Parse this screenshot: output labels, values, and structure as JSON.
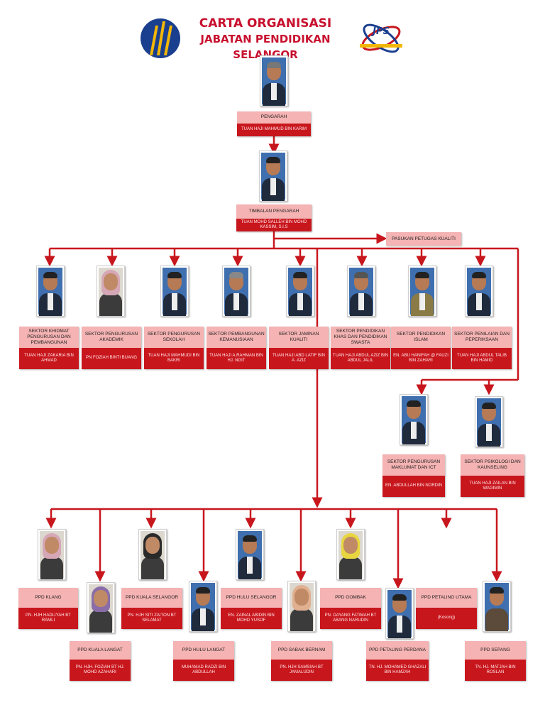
{
  "header": {
    "title_line1": "CARTA ORGANISASI",
    "title_line2": "JABATAN PENDIDIKAN SELANGOR",
    "jps_logo_text": "JPS"
  },
  "colors": {
    "accent": "#c8161d",
    "label_bg": "#f5b3b3",
    "line": "#c8161d"
  },
  "top": {
    "pengarah": {
      "title": "PENGARAH",
      "name": "TUAN HAJI MAHMUD BIN KARIM"
    },
    "timbalan": {
      "title": "TIMBALAN PENGARAH",
      "name": "TUAN MOHD SALLEH BIN MOHD KASSIM, S.I.S"
    },
    "pasukan": "PASUKAN PETUGAS KUALITI"
  },
  "sectors": [
    {
      "title": "SEKTOR KHIDMAT PENGURUSAN DAN PEMBANGUNAN",
      "name": "TUAN HAJI ZAKARIA BIN AHMAD",
      "female": false
    },
    {
      "title": "SEKTOR PENGURUSAN AKADEMIK",
      "name": "PN FOZIAH BINTI BUANG",
      "female": true
    },
    {
      "title": "SEKTOR PENGURUSAN SEKOLAH",
      "name": "TUAN HAJI MAHMUDI BIN BAKRI",
      "female": false
    },
    {
      "title": "SEKTOR PEMBANGUNAN KEMANUSIAAN",
      "name": "TUAN HAJI A.RAHMAN BIN HJ. NGIT",
      "female": false
    },
    {
      "title": "SEKTOR JAMINAN KUALITI",
      "name": "TUAN HAJI ABD LATIF BIN A. AZIZ",
      "female": false
    },
    {
      "title": "SEKTOR PENDIDIKAN KHAS DAN PENDIDIKAN SWASTA",
      "name": "TUAN HAJI ABDUL AZIZ BIN ABDUL JALIL",
      "female": false
    },
    {
      "title": "SEKTOR PENDIDIKAN ISLAM",
      "name": "EN. ABU HANIFAH @ FAUZI BIN ZAHARI",
      "female": false
    },
    {
      "title": "SEKTOR PENILAIAN DAN PEPERIKSAAN",
      "name": "TUAN HAJI ABDUL TALIB BIN HAMID",
      "female": false
    }
  ],
  "sectors2": [
    {
      "title": "SEKTOR PENGURUSAN MAKLUMAT DAN ICT",
      "name": "EN. ABDULLAH BIN NORDIN",
      "female": false
    },
    {
      "title": "SEKTOR PSIKOLOGI DAN KAUNSELING",
      "name": "TUAN HAJI ZAILAN BIN WAGIMIN",
      "female": false
    }
  ],
  "ppd": [
    {
      "title": "PPD KLANG",
      "name": "PN. HJH HADLIYAH BT RAMLI",
      "female": true
    },
    {
      "title": "PPD KUALA LANGAT",
      "name": "PN. HJH. FOZIAH BT HJ. MOHD AZAHARI",
      "female": true
    },
    {
      "title": "PPD KUALA SELANGOR",
      "name": "PN. HJH SITI ZAITON BT SELAMAT",
      "female": true
    },
    {
      "title": "PPD HULU LANGAT",
      "name": "MUHAMAD RADZI BIN ABDULLAH",
      "female": false
    },
    {
      "title": "PPD HULU SELANGOR",
      "name": "EN. ZAINAL ABIDIN BIN MOHD YUSOF",
      "female": false
    },
    {
      "title": "PPD SABAK BERNAM",
      "name": "PN. HJH SAMSIAH BT JAMALUDIN",
      "female": true
    },
    {
      "title": "PPD GOMBAK",
      "name": "PN. DAYANG FATIMAH BT ABANG NARUDIN",
      "female": true
    },
    {
      "title": "PPD PETALING PERDANA",
      "name": "TN. HJ. MOHAMED GHAZALI BIN HAMZAH",
      "female": false
    },
    {
      "title": "PPD PETALING UTAMA",
      "name": "(Kosong)",
      "female": false
    },
    {
      "title": "PPD SEPANG",
      "name": "TN. HJ. MATJAH BIN ROSLAN",
      "female": false
    }
  ]
}
